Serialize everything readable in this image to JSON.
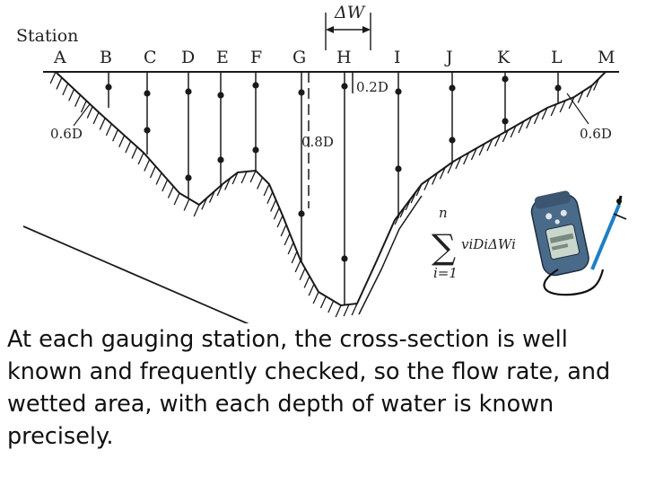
{
  "diagram": {
    "station_label": "Station",
    "stations": [
      "A",
      "B",
      "C",
      "D",
      "E",
      "F",
      "G",
      "H",
      "I",
      "J",
      "K",
      "L",
      "M"
    ],
    "delta_w_label": "ΔW",
    "depth_labels": {
      "surface": "0.2D",
      "mid": "0.8D",
      "left": "0.6D",
      "right": "0.6D"
    },
    "formula": {
      "upper": "n",
      "sum_symbol": "∑",
      "term": "viDiΔWi",
      "lower": "i=1"
    }
  },
  "caption": "At each gauging station, the cross-section is well known and frequently checked, so the flow rate, and wetted area, with each depth of water is known precisely.",
  "colors": {
    "ink": "#1a1a1a",
    "meter_body": "#4a6a8a",
    "meter_screen": "#c9d6cc",
    "probe_rod": "#1e7fc4"
  },
  "icons": [
    "flow-meter-icon"
  ]
}
